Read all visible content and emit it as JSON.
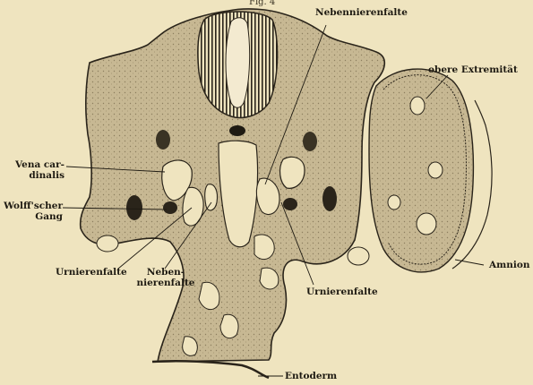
{
  "figure_caption": "Fig. 4",
  "labels": {
    "nebennierenfalte_top": "Nebennierenfalte",
    "obere_extremitaet": "obere Extremität",
    "vena_cardinalis": "Vena car-\ndinalis",
    "wolffscher_gang": "Wolff'scher\nGang",
    "urnierenfalte_left": "Urnierenfalte",
    "nebennierenfalte_bottom": "Neben-\nnierenfalte",
    "urnierenfalte_right": "Urnierenfalte",
    "amnion": "Amnion",
    "entoderm": "Entoderm"
  },
  "colors": {
    "paper": "#efe4bf",
    "tissue_fill": "#c9bb95",
    "ink": "#1e1a12"
  }
}
